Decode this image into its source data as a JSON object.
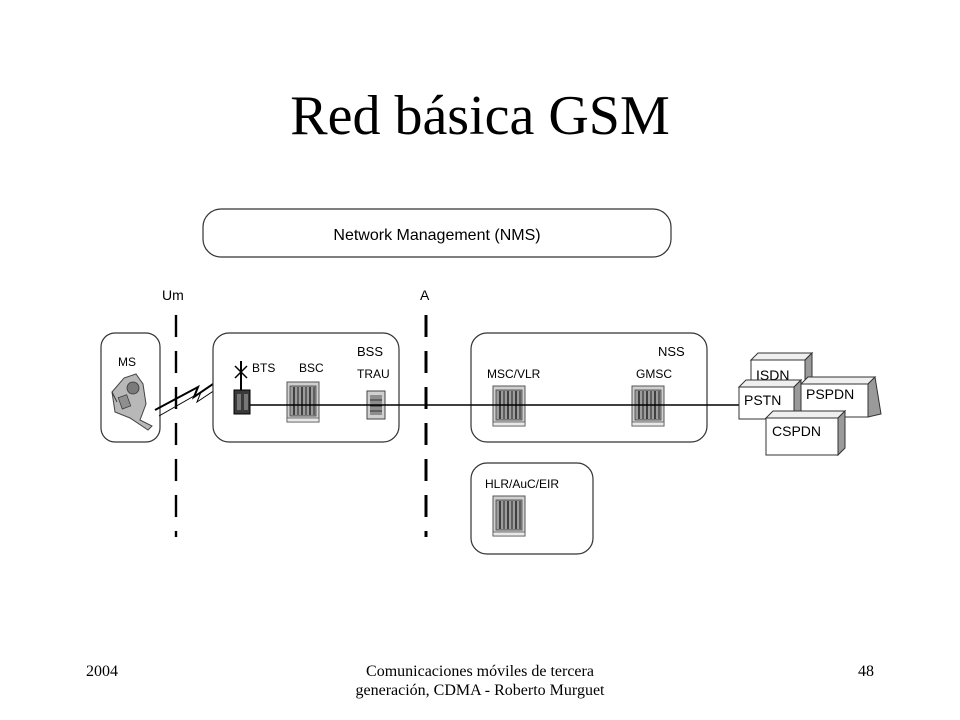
{
  "slide": {
    "title": "Red básica GSM",
    "footer_left": "2004",
    "footer_center": "Comunicaciones móviles de tercera generación, CDMA - Roberto Murguet",
    "footer_right": "48"
  },
  "diagram": {
    "nms_label": "Network Management (NMS)",
    "interface_um": "Um",
    "interface_a": "A",
    "ms_label": "MS",
    "bss_label": "BSS",
    "bts_label": "BTS",
    "bsc_label": "BSC",
    "trau_label": "TRAU",
    "nss_label": "NSS",
    "msc_label": "MSC/VLR",
    "gmsc_label": "GMSC",
    "hlr_label": "HLR/AuC/EIR",
    "networks": [
      "ISDN",
      "PSPDN",
      "PSTN",
      "CSPDN"
    ]
  },
  "colors": {
    "box_fill": "#d4d4d4",
    "box_shadow": "#9a9a9a",
    "equipment": "#bdbdbd"
  },
  "icons": [
    "mobile-phone-icon",
    "antenna-tower-icon",
    "rack-equipment-icon",
    "lightning-link-icon"
  ]
}
